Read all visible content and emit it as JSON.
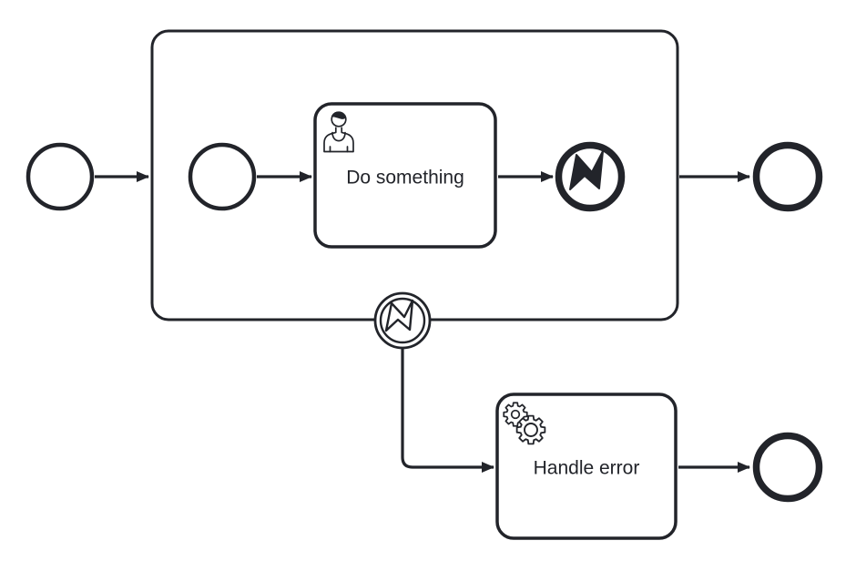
{
  "colors": {
    "stroke": "#22242a",
    "background": "#ffffff"
  },
  "labels": {
    "do_something": "Do something",
    "handle_error": "Handle error"
  },
  "diagram": {
    "type": "bpmn-process",
    "elements": [
      {
        "id": "start-event",
        "kind": "start-event"
      },
      {
        "id": "subprocess",
        "kind": "expanded-subprocess"
      },
      {
        "id": "subprocess-start-event",
        "kind": "start-event"
      },
      {
        "id": "do-something-task",
        "kind": "user-task",
        "label": "Do something",
        "icon": "user-icon"
      },
      {
        "id": "error-end-event",
        "kind": "error-end-event",
        "icon": "error-bolt-filled-icon"
      },
      {
        "id": "main-end-event",
        "kind": "end-event"
      },
      {
        "id": "error-boundary-event",
        "kind": "error-boundary-event",
        "icon": "error-bolt-outline-icon"
      },
      {
        "id": "handle-error-task",
        "kind": "service-task",
        "label": "Handle error",
        "icon": "service-gears-icon"
      },
      {
        "id": "error-path-end-event",
        "kind": "end-event"
      }
    ],
    "flows": [
      {
        "from": "start-event",
        "to": "subprocess"
      },
      {
        "from": "subprocess-start-event",
        "to": "do-something-task"
      },
      {
        "from": "do-something-task",
        "to": "error-end-event"
      },
      {
        "from": "subprocess",
        "to": "main-end-event"
      },
      {
        "from": "error-boundary-event",
        "to": "handle-error-task"
      },
      {
        "from": "handle-error-task",
        "to": "error-path-end-event"
      }
    ]
  }
}
